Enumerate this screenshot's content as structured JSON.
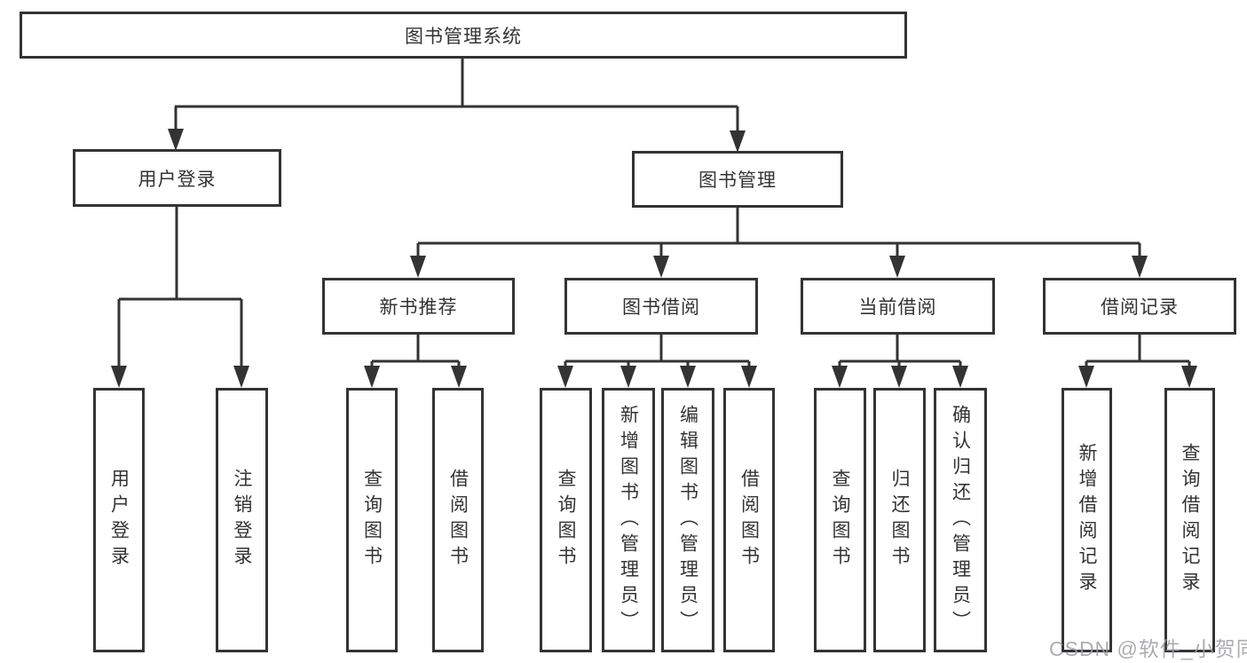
{
  "nodes": {
    "root": {
      "label": "图书管理系统"
    },
    "user_login": {
      "label": "用户登录"
    },
    "book_mgmt": {
      "label": "图书管理"
    },
    "new_book_rec": {
      "label": "新书推荐"
    },
    "book_borrow": {
      "label": "图书借阅"
    },
    "current_borrow": {
      "label": "当前借阅"
    },
    "borrow_records": {
      "label": "借阅记录"
    },
    "ul_user_login": {
      "label": "用户登录"
    },
    "ul_logout": {
      "label": "注销登录"
    },
    "nb_query_book": {
      "label": "查询图书"
    },
    "nb_borrow_book": {
      "label": "借阅图书"
    },
    "bb_query_book": {
      "label": "查询图书"
    },
    "bb_add_book": {
      "label": "新增图书（管理员）"
    },
    "bb_edit_book": {
      "label": "编辑图书（管理员）"
    },
    "bb_borrow_book": {
      "label": "借阅图书"
    },
    "cb_query_book": {
      "label": "查询图书"
    },
    "cb_return_book": {
      "label": "归还图书"
    },
    "cb_confirm_return": {
      "label": "确认归还（管理员）"
    },
    "br_add_record": {
      "label": "新增借阅记录"
    },
    "br_query_record": {
      "label": "查询借阅记录"
    }
  },
  "watermark": {
    "text": "CSDN @软件_小贺同学"
  },
  "colors": {
    "line": "#333333",
    "box_border": "#333333",
    "box_fill": "#ffffff",
    "text": "#333333",
    "watermark": "#9e9ea3"
  }
}
